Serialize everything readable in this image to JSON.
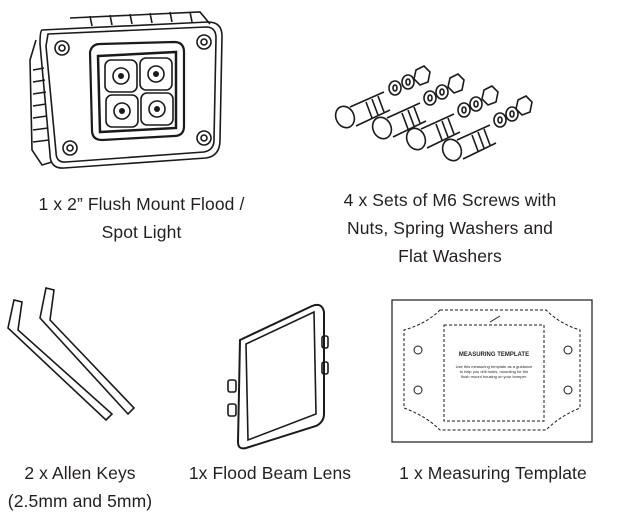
{
  "items": [
    {
      "lines": [
        "1 x 2” Flush Mount Flood /",
        "Spot Light"
      ]
    },
    {
      "lines": [
        "4 x Sets of M6 Screws with",
        "Nuts, Spring Washers and",
        "Flat Washers"
      ]
    },
    {
      "lines": [
        "2 x Allen Keys",
        "(2.5mm and 5mm)"
      ]
    },
    {
      "lines": [
        "1x Flood Beam Lens"
      ]
    },
    {
      "lines": [
        "1 x Measuring Template"
      ]
    }
  ],
  "template": {
    "title": "MEASURING TEMPLATE",
    "body": [
      "Use this measuring template as a guidance",
      "to help you drill holes, mounting for the",
      "flush mount housing on your bumper."
    ]
  }
}
